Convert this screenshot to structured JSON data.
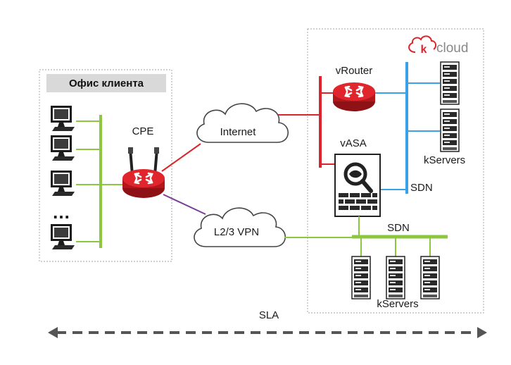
{
  "office": {
    "title": "Офис клиента",
    "ellipsis": "…"
  },
  "cpe": {
    "label": "CPE"
  },
  "internet": {
    "label": "Internet"
  },
  "vpn": {
    "label": "L2/3 VPN"
  },
  "cloud_provider": {
    "logo_k": "k",
    "logo_text": "cloud"
  },
  "vrouter": {
    "label": "vRouter"
  },
  "vasa": {
    "label": "vASA"
  },
  "sdn_vertical": {
    "label": "SDN"
  },
  "sdn_horizontal": {
    "label": "SDN"
  },
  "kservers_top": {
    "label": "kServers"
  },
  "kservers_bottom": {
    "label": "kServers"
  },
  "sla": {
    "label": "SLA"
  },
  "colors": {
    "red": "#d9252b",
    "green": "#8dc63f",
    "blue": "#3aa0e8",
    "purple": "#7b3f98",
    "dashed": "#555555",
    "box_border": "#b5b5b5",
    "header_bg": "#d9d9d9"
  }
}
